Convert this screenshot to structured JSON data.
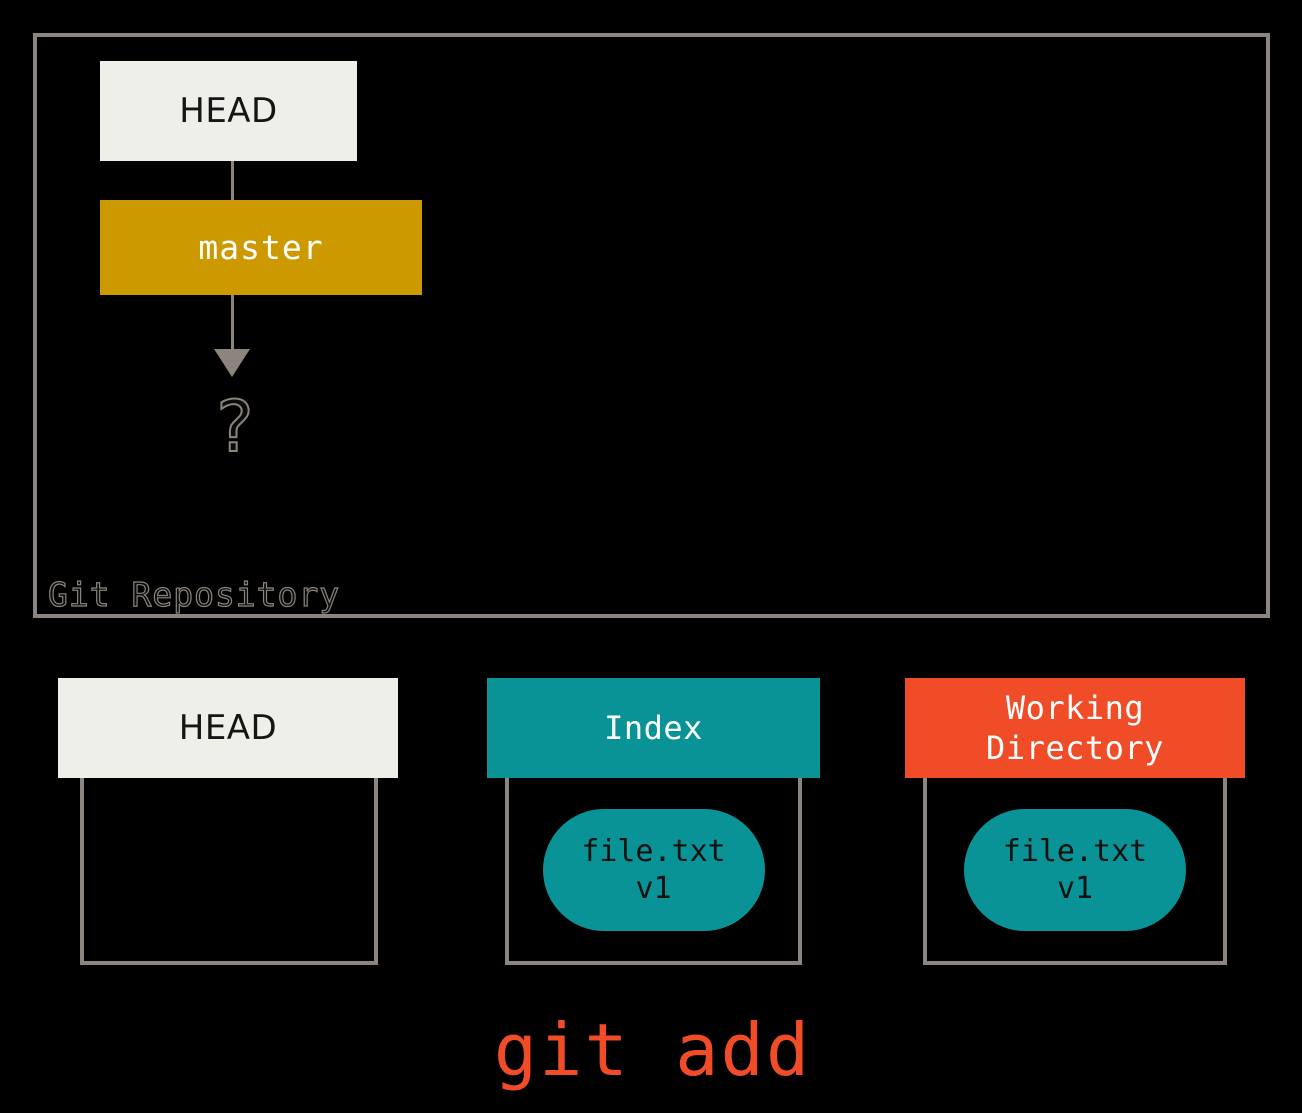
{
  "diagram": {
    "title": "git add",
    "repository": {
      "label": "Git Repository",
      "head_box": {
        "label": "HEAD"
      },
      "branch_box": {
        "label": "master"
      },
      "commit_placeholder": "?",
      "border_color": "#8c857d"
    },
    "areas": [
      {
        "id": "head",
        "label": "HEAD",
        "header_color": "#efefe9",
        "header_text_color": "#151515",
        "blobs": []
      },
      {
        "id": "index",
        "label": "Index",
        "header_color": "#0a9396",
        "header_text_color": "#ffffff",
        "blobs": [
          {
            "name": "file.txt",
            "version": "v1",
            "color": "#0a9396"
          }
        ]
      },
      {
        "id": "working-directory",
        "label": "Working\nDirectory",
        "label_line1": "Working",
        "label_line2": "Directory",
        "header_color": "#f04c28",
        "header_text_color": "#ffffff",
        "blobs": [
          {
            "name": "file.txt",
            "version": "v1",
            "color": "#0a9396"
          }
        ]
      }
    ],
    "caption": {
      "text": "git add",
      "color": "#f04c28"
    },
    "colors": {
      "background": "#000000",
      "gold": "#cc9a00",
      "teal": "#0a9396",
      "orange": "#f04c28",
      "cream": "#efefe9",
      "gray": "#8c857d"
    }
  }
}
